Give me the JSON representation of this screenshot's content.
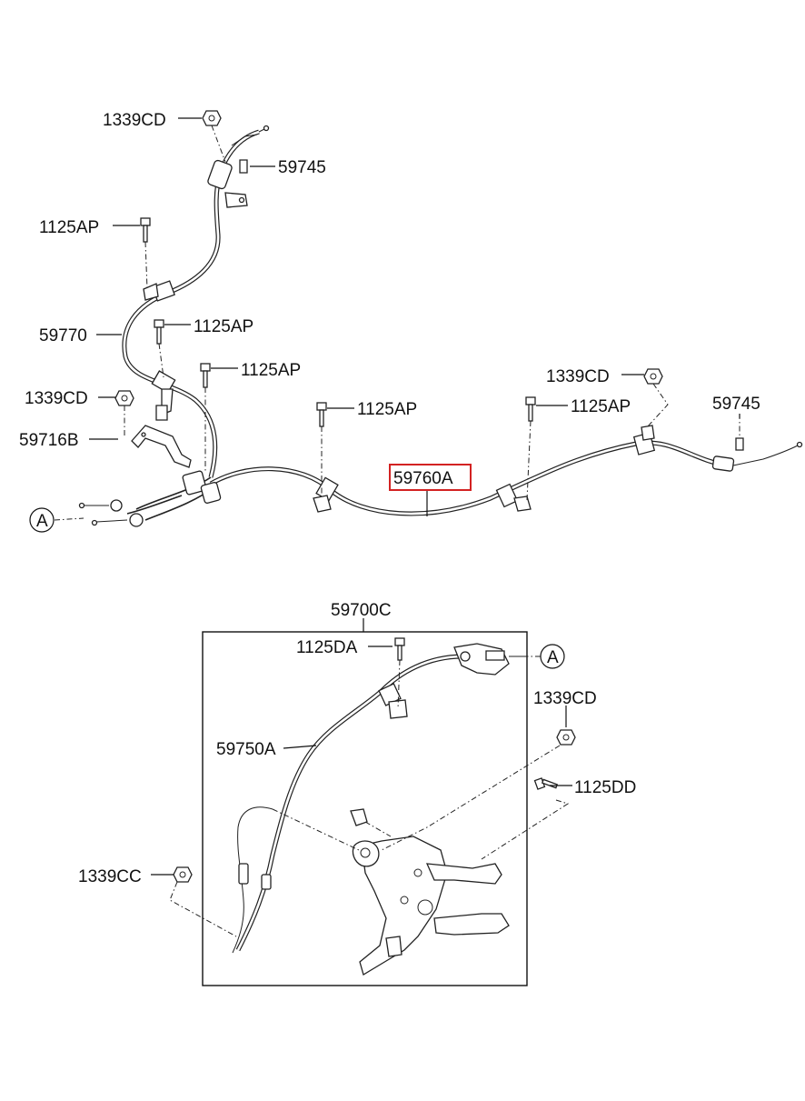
{
  "labels": {
    "nut_top": "1339CD",
    "clip_top": "59745",
    "bolt_upper_left": "1125AP",
    "cable_left": "59770",
    "bolt_mid_left": "1125AP",
    "bolt_mid": "1125AP",
    "nut_left": "1339CD",
    "bracket_left": "59716B",
    "bolt_center": "1125AP",
    "cable_main": "59760A",
    "nut_right": "1339CD",
    "bolt_right": "1125AP",
    "clip_right": "59745",
    "ref_a_left": "A",
    "assembly": "59700C",
    "bolt_box_top": "1125DA",
    "ref_a_right": "A",
    "nut_box_right": "1339CD",
    "cable_box": "59750A",
    "bolt_box_right": "1125DD",
    "nut_box_left": "1339CC"
  },
  "highlight_color": "#d32222"
}
